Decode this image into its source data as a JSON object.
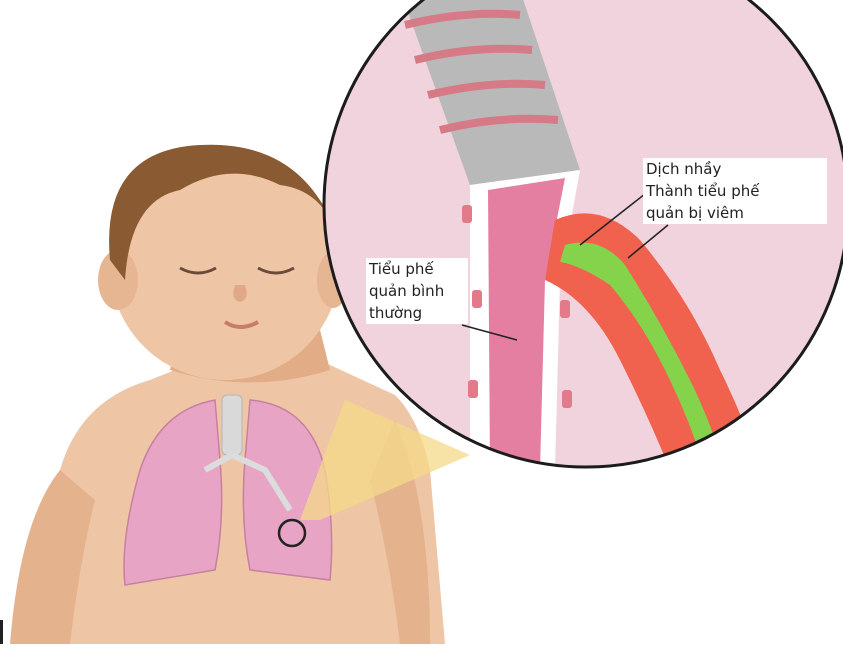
{
  "labels": {
    "normal_bronchiole": {
      "line1": "Tiểu phế",
      "line2": "quản bình",
      "line3": "thường"
    },
    "mucus": "Dịch nhầy",
    "inflamed_wall": {
      "line1": "Thành tiểu phế",
      "line2": "quản bị viêm"
    }
  },
  "colors": {
    "skin": "#efc6a5",
    "skin_shadow": "#d9a47e",
    "hair": "#8a5a32",
    "lung": "#e7a4c4",
    "background_pink": "#f0d3dc",
    "bronchiole_lumen": "#e57fa1",
    "inflamed_tissue": "#f0614e",
    "mucus": "#85d24b",
    "cartilage_gray": "#b9b9b9",
    "cartilage_ring": "#d57a86",
    "highlight_beam": "#f5d98a"
  }
}
